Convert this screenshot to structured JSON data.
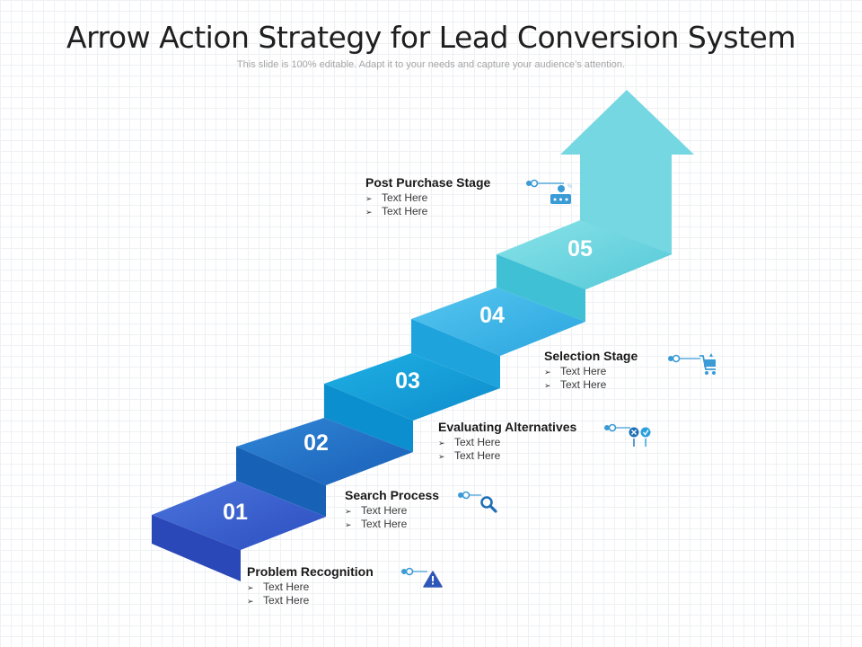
{
  "header": {
    "title": "Arrow Action Strategy for Lead Conversion System",
    "subtitle": "This slide is 100% editable. Adapt it to your needs and capture your audience’s attention."
  },
  "steps": [
    {
      "number": "01",
      "title": "Problem Recognition",
      "bullets": [
        "Text Here",
        "Text Here"
      ],
      "icon": "warning-icon",
      "color": "#3b5fcf"
    },
    {
      "number": "02",
      "title": "Search Process",
      "bullets": [
        "Text Here",
        "Text Here"
      ],
      "icon": "magnifier-icon",
      "color": "#236fc8"
    },
    {
      "number": "03",
      "title": "Evaluating Alternatives",
      "bullets": [
        "Text Here",
        "Text Here"
      ],
      "icon": "check-cross-icon",
      "color": "#129bd6"
    },
    {
      "number": "04",
      "title": "Selection Stage",
      "bullets": [
        "Text Here",
        "Text Here"
      ],
      "icon": "shopping-cart-icon",
      "color": "#3cb4e6"
    },
    {
      "number": "05",
      "title": "Post Purchase Stage",
      "bullets": [
        "Text Here",
        "Text Here"
      ],
      "icon": "customer-service-icon",
      "color": "#5fd0dd"
    }
  ],
  "colors": {
    "accent": "#2f8fd0",
    "arrow": "#72d6e0"
  }
}
